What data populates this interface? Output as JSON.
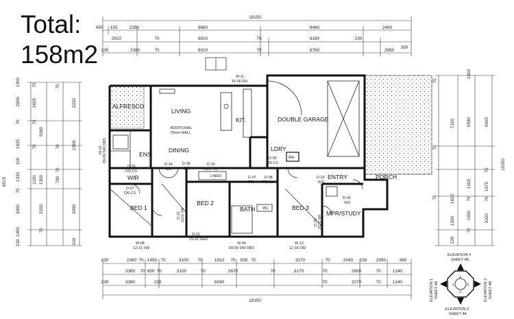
{
  "total": {
    "line1": "Total:",
    "line2": "158m2"
  },
  "rooms": {
    "alfresco": "ALFRESCO",
    "living": "LIVING",
    "kit": "KIT.",
    "double_garage": "DOUBLE GARAGE",
    "dining": "DINING",
    "ldry": "LDRY",
    "mh": "MH",
    "ens": "ENS",
    "wir": "WIR",
    "bed1": "BED 1",
    "bed2": "BED 2",
    "bath": "BATH",
    "bed3": "BED 3",
    "entry": "ENTRY",
    "porch": "PORCH",
    "mpr_study": "MPR/STUDY",
    "linen": "LINEN",
    "wc": "WC"
  },
  "notes": {
    "additional_wall": "ADDITIONAL",
    "additional_wall2": "70mm WALL"
  },
  "windows": {
    "w11": "W-11",
    "w11b": "15-06 DH",
    "w08": "W-08",
    "w08b": "12-21 SW",
    "w04": "W-04",
    "w04b": "09-09 SW OBS",
    "w13": "W-13",
    "w13b": "12-18 SW",
    "w15": "W-15",
    "w15b": "09-09 SW OBS"
  },
  "doors": {
    "d26": "D-26",
    "d26b": "720 CS",
    "d27": "D-27",
    "d27b": "720 CS",
    "d24": "D-24",
    "d24b": "820",
    "d36": "D-36",
    "d36b": "820",
    "d29": "D-29",
    "d29b": "2117 VR",
    "d05": "D-05",
    "d05b": "820 CS",
    "d07": "D-07",
    "d07b": "770",
    "d08": "D-08",
    "d08b": "770 lkh",
    "d23": "D-23",
    "d23b": "820",
    "d32": "D-32",
    "d32b": "2121 VR",
    "d31": "D-31",
    "d31b": "21-21 SGD",
    "d33": "D-33",
    "d33b": "2121 VR",
    "d30": "D-30",
    "d30b": "420"
  },
  "dims_top": {
    "overall": "18150",
    "row1": [
      "450",
      "150",
      "2350",
      "6680",
      "6460",
      "2400"
    ],
    "row2": [
      "2610",
      "70",
      "6810",
      "70",
      "6160",
      "230"
    ],
    "row3": [
      "230",
      "2380",
      "70",
      "6010",
      "70",
      "6760",
      "2650",
      "350"
    ]
  },
  "dims_bottom": {
    "row1": [
      "230",
      "2380",
      "70",
      "1450",
      "70",
      "3100",
      "70",
      "1810",
      "70",
      "935",
      "70",
      "3170",
      "70",
      "2040",
      "230",
      "2050",
      "360"
    ],
    "row2": [
      "3360",
      "70",
      "650",
      "70",
      "3100",
      "70",
      "2670",
      "70",
      "3170",
      "70",
      "2600",
      "70",
      "1240"
    ],
    "row3": [
      "230",
      "3380",
      "230",
      "6040",
      "70",
      "3270",
      "70",
      "1240"
    ],
    "overall": "18150"
  },
  "dims_left": {
    "col_a": [
      "1000",
      "2835",
      "70",
      "1835",
      "100",
      "1330",
      "70",
      "3000",
      "1450",
      "230"
    ],
    "col_b": [
      "70",
      "2835",
      "70",
      "5090",
      "70",
      "1100",
      "1300",
      "2200",
      "70"
    ],
    "col_c": [
      "70",
      "3230",
      "70",
      "1569",
      "70",
      "790",
      "3090",
      "230"
    ],
    "overall": "8515"
  },
  "dims_right": {
    "col_a": [
      "70",
      "7100",
      "70",
      "1820",
      "70",
      "1200",
      "230"
    ],
    "col_b": [
      "1000",
      "5590",
      "1600",
      "70",
      "1650",
      "70"
    ],
    "col_c": [
      "6665",
      "70",
      "1675",
      "70",
      "2020"
    ],
    "overall": "10350"
  },
  "elevations": {
    "e4": "ELEVATION 4",
    "e4s": "SHEET 4B",
    "e1": "ELEVATION 1",
    "e1s": "SHEET 4A",
    "e3": "ELEVATION 3",
    "e3s": "SHEET 4B",
    "e2": "ELEVATION 2",
    "e2s": "SHEET 4A",
    "n1": "1",
    "n2": "2",
    "n3": "3",
    "n4": "4"
  }
}
